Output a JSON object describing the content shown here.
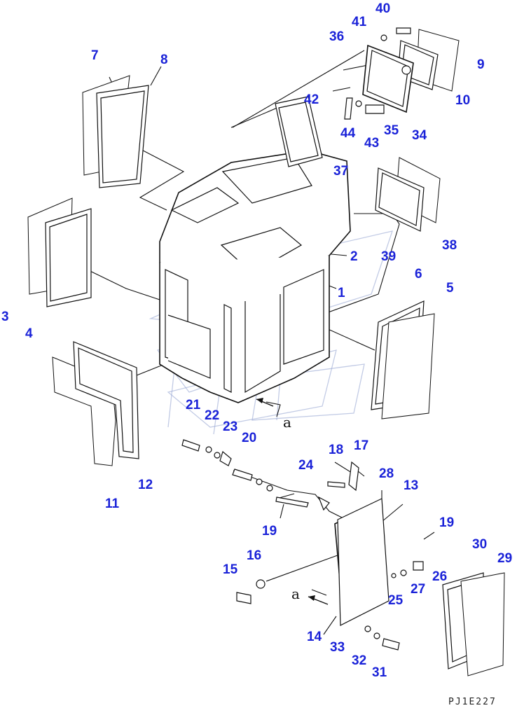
{
  "diagram": {
    "drawing_code": "PJ1E227",
    "view_marker": "a",
    "callouts": [
      {
        "id": "c1",
        "label": "1"
      },
      {
        "id": "c2",
        "label": "2"
      },
      {
        "id": "c3",
        "label": "3"
      },
      {
        "id": "c4",
        "label": "4"
      },
      {
        "id": "c5",
        "label": "5"
      },
      {
        "id": "c6",
        "label": "6"
      },
      {
        "id": "c7",
        "label": "7"
      },
      {
        "id": "c8",
        "label": "8"
      },
      {
        "id": "c9",
        "label": "9"
      },
      {
        "id": "c10",
        "label": "10"
      },
      {
        "id": "c11",
        "label": "11"
      },
      {
        "id": "c12",
        "label": "12"
      },
      {
        "id": "c13",
        "label": "13"
      },
      {
        "id": "c14",
        "label": "14"
      },
      {
        "id": "c15",
        "label": "15"
      },
      {
        "id": "c16",
        "label": "16"
      },
      {
        "id": "c17",
        "label": "17"
      },
      {
        "id": "c18",
        "label": "18"
      },
      {
        "id": "c19a",
        "label": "19"
      },
      {
        "id": "c19b",
        "label": "19"
      },
      {
        "id": "c20",
        "label": "20"
      },
      {
        "id": "c21",
        "label": "21"
      },
      {
        "id": "c22",
        "label": "22"
      },
      {
        "id": "c23",
        "label": "23"
      },
      {
        "id": "c24",
        "label": "24"
      },
      {
        "id": "c25",
        "label": "25"
      },
      {
        "id": "c26",
        "label": "26"
      },
      {
        "id": "c27",
        "label": "27"
      },
      {
        "id": "c28",
        "label": "28"
      },
      {
        "id": "c29",
        "label": "29"
      },
      {
        "id": "c30",
        "label": "30"
      },
      {
        "id": "c31",
        "label": "31"
      },
      {
        "id": "c32",
        "label": "32"
      },
      {
        "id": "c33",
        "label": "33"
      },
      {
        "id": "c34",
        "label": "34"
      },
      {
        "id": "c35",
        "label": "35"
      },
      {
        "id": "c36",
        "label": "36"
      },
      {
        "id": "c37",
        "label": "37"
      },
      {
        "id": "c38",
        "label": "38"
      },
      {
        "id": "c39",
        "label": "39"
      },
      {
        "id": "c40",
        "label": "40"
      },
      {
        "id": "c41",
        "label": "41"
      },
      {
        "id": "c42",
        "label": "42"
      },
      {
        "id": "c43",
        "label": "43"
      },
      {
        "id": "c44",
        "label": "44"
      }
    ]
  }
}
